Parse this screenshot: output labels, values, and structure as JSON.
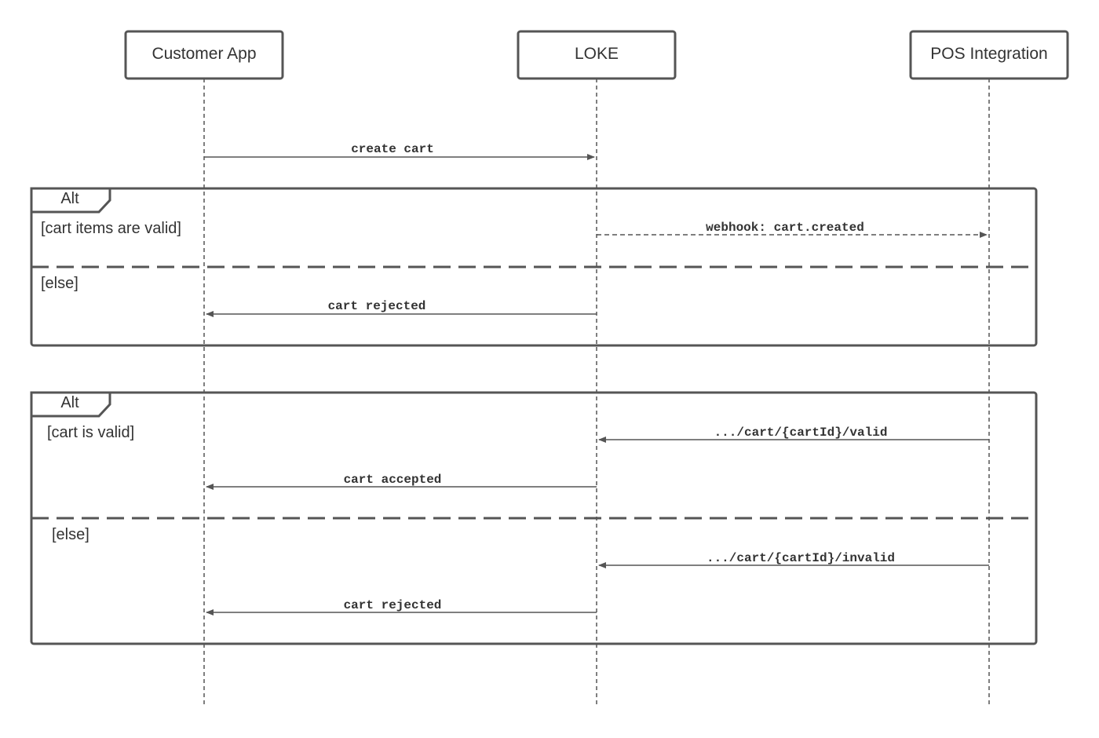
{
  "participants": [
    {
      "id": "customer_app",
      "label": "Customer App"
    },
    {
      "id": "loke",
      "label": "LOKE"
    },
    {
      "id": "pos",
      "label": "POS Integration"
    }
  ],
  "messages": [
    {
      "id": "create-cart",
      "from": "customer_app",
      "to": "loke",
      "label": "create cart",
      "style": "solid"
    },
    {
      "id": "webhook-cart-created",
      "from": "loke",
      "to": "pos",
      "label": "webhook: cart.created",
      "style": "dashed"
    },
    {
      "id": "cart-rejected-1",
      "from": "loke",
      "to": "customer_app",
      "label": "cart rejected",
      "style": "solid"
    },
    {
      "id": "cart-valid",
      "from": "pos",
      "to": "loke",
      "label": ".../cart/{cartId}/valid",
      "style": "solid"
    },
    {
      "id": "cart-accepted",
      "from": "loke",
      "to": "customer_app",
      "label": "cart accepted",
      "style": "solid"
    },
    {
      "id": "cart-invalid",
      "from": "pos",
      "to": "loke",
      "label": ".../cart/{cartId}/invalid",
      "style": "solid"
    },
    {
      "id": "cart-rejected-2",
      "from": "loke",
      "to": "customer_app",
      "label": "cart rejected",
      "style": "solid"
    }
  ],
  "fragments": [
    {
      "type": "Alt",
      "guards": [
        "[cart items are valid]",
        "[else]"
      ]
    },
    {
      "type": "Alt",
      "guards": [
        "[cart is valid]",
        "[else]"
      ]
    }
  ],
  "colors": {
    "stroke": "#555555",
    "text": "#333333",
    "background": "#ffffff"
  }
}
